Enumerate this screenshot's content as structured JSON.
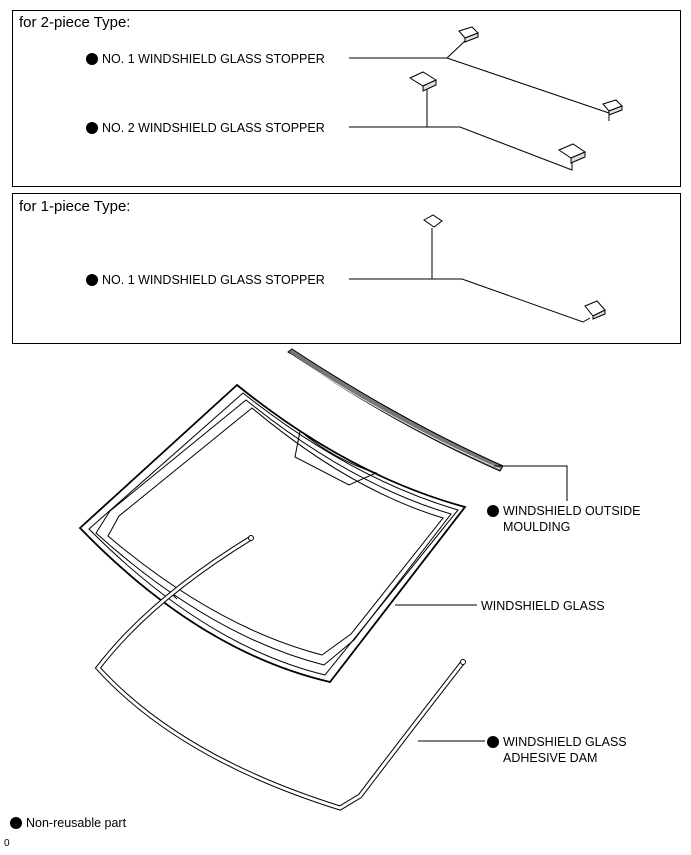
{
  "panel_two_piece": {
    "title": "for 2-piece Type:",
    "stopper_1": "NO. 1 WINDSHIELD GLASS STOPPER",
    "stopper_2": "NO. 2 WINDSHIELD GLASS STOPPER"
  },
  "panel_one_piece": {
    "title": "for 1-piece Type:",
    "stopper_1": "NO. 1 WINDSHIELD GLASS STOPPER"
  },
  "parts": {
    "outside_moulding_line1": "WINDSHIELD OUTSIDE",
    "outside_moulding_line2": "MOULDING",
    "glass": "WINDSHIELD GLASS",
    "adhesive_dam_line1": "WINDSHIELD GLASS",
    "adhesive_dam_line2": "ADHESIVE DAM"
  },
  "legend": {
    "non_reusable": "Non-reusable part"
  },
  "figure_number": "0",
  "symbols": {
    "non_reusable_marker": "black-dot-icon"
  }
}
